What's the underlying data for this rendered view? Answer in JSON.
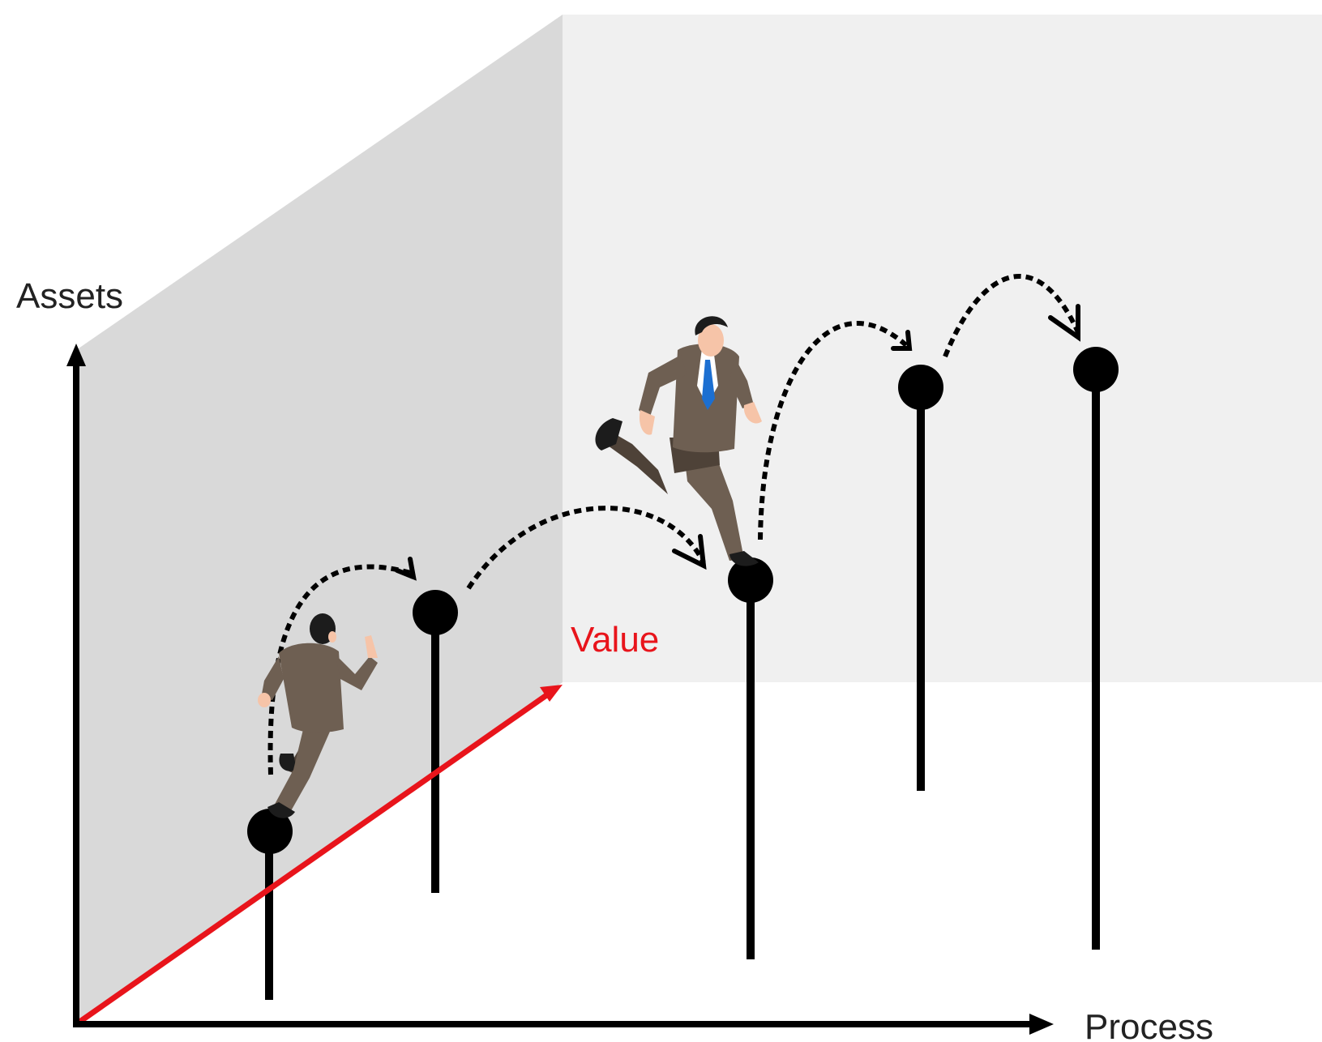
{
  "labels": {
    "y_axis": "Assets",
    "x_axis": "Process",
    "diagonal": "Value"
  },
  "colors": {
    "left_wall": "#d9d9d9",
    "back_wall": "#f0f0f0",
    "floor": "#ffffff",
    "axis": "#000000",
    "value_axis": "#e8141b",
    "value_text": "#e8141b",
    "label_text": "#222222",
    "suit": "#6e5f52",
    "suit_dark": "#4e4238",
    "tie": "#1c6fd1",
    "skin": "#f6c4a8",
    "hair": "#1c1c1c"
  },
  "figures": {
    "runner_small": "businessman-running-icon",
    "runner_large": "businessman-leaping-icon"
  }
}
